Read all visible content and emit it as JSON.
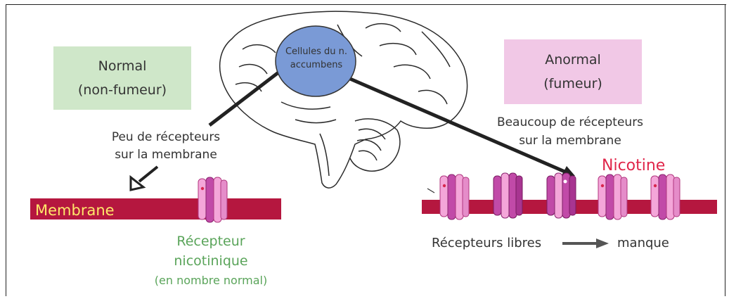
{
  "normal_box": {
    "line1": "Normal",
    "line2": "(non-fumeur)"
  },
  "anormal_box": {
    "line1": "Anormal",
    "line2": "(fumeur)"
  },
  "cell_label": {
    "line1": "Cellules du n.",
    "line2": "accumbens"
  },
  "left_caption": {
    "line1": "Peu de récepteurs",
    "line2": "sur la membrane"
  },
  "right_caption": {
    "line1": "Beaucoup de récepteurs",
    "line2": "sur la membrane"
  },
  "membrane_label": "Membrane",
  "nicotine_label": "Nicotine",
  "receptor_caption": {
    "line1": "Récepteur",
    "line2": "nicotinique",
    "line3": "(en nombre normal)"
  },
  "free_receptors": {
    "left": "Récepteurs libres",
    "right": "manque"
  },
  "colors": {
    "membrane": "#b5173f",
    "receptor_light": "#f4a6d9",
    "receptor_dark": "#c14aa8",
    "cell": "#7a9ad6",
    "normal_box": "#cfe7c9",
    "anormal_box": "#f1c8e6",
    "nicotine": "#e0264a",
    "receptor_caption": "#5aa45a"
  }
}
